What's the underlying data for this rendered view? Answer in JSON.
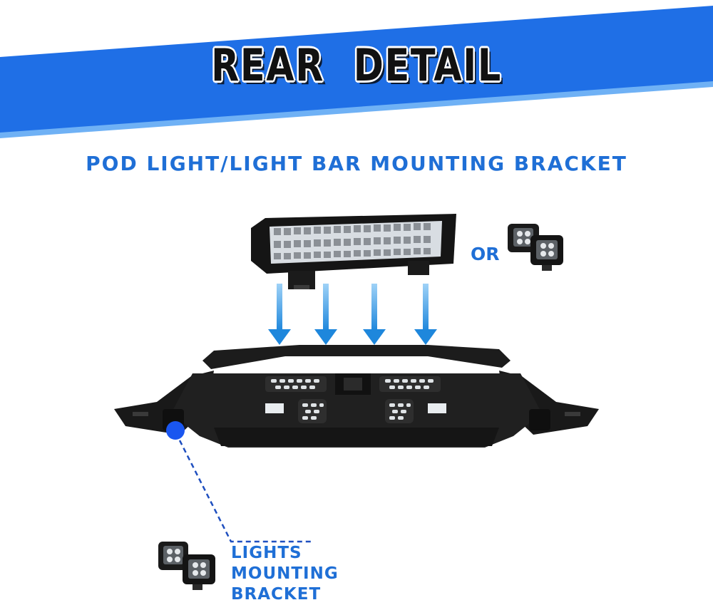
{
  "banner": {
    "title": "REAR DETAIL",
    "colors": {
      "stripe": "#1f6fe6",
      "title": "#111111",
      "outline": "#ffffff"
    }
  },
  "subtitle": "POD LIGHT/LIGHT BAR MOUNTING BRACKET",
  "or_label": "OR",
  "bracket_label": {
    "line1": "LIGHTS",
    "line2": "MOUNTING",
    "line3": "BRACKET"
  },
  "accent_color": "#1f6fd6",
  "icons": [
    "led-light-bar-icon",
    "pod-light-icon",
    "down-arrow-icon",
    "bumper-icon",
    "mount-point-marker-icon"
  ]
}
